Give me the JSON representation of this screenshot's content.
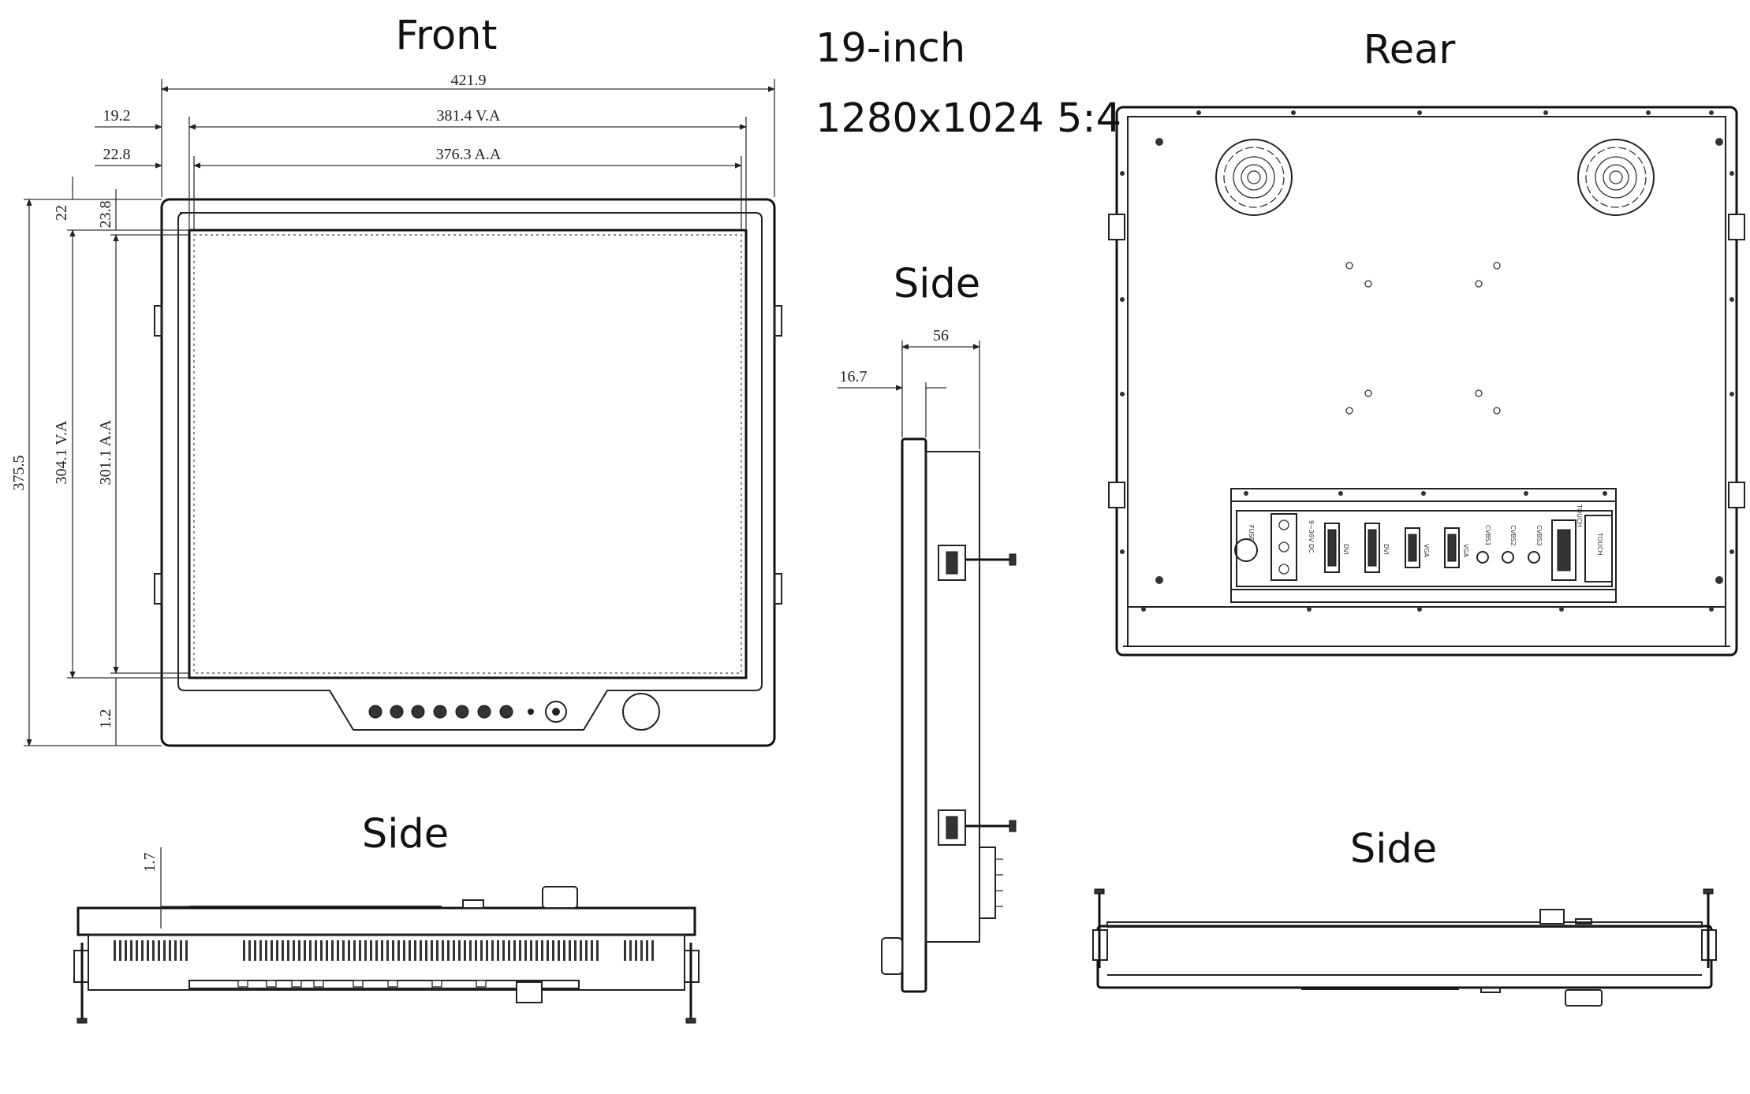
{
  "titles": {
    "front": "Front",
    "rear": "Rear",
    "side_center": "Side",
    "side_bottom_left": "Side",
    "side_bottom_right": "Side"
  },
  "spec": {
    "size": "19-inch",
    "resolution": "1280x1024 5:4"
  },
  "front_dims": {
    "overall_width": "421.9",
    "viewable_width_offset": "19.2",
    "viewable_width": "381.4 V.A",
    "active_width_offset": "22.8",
    "active_width": "376.3 A.A",
    "top_bezel": "22",
    "top_active_offset": "23.8",
    "overall_height": "375.5",
    "viewable_height": "304.1 V.A",
    "active_height": "301.1 A.A",
    "bottom_margin": "1.2"
  },
  "side_center_dims": {
    "depth": "56",
    "bezel_depth": "16.7"
  },
  "side_bottom_dims": {
    "offset": "1.7"
  },
  "rear_port_labels": {
    "fuse": "FUSE",
    "power": "9~36V DC",
    "dvi1": "DVI",
    "dvi2": "DVI",
    "vga1": "VGA",
    "vga2": "VGA",
    "cvbs1": "CVBS1",
    "cvbs2": "CVBS2",
    "cvbs3": "CVBS3",
    "touch_top": "TOUCH",
    "touch": "TOUCH"
  }
}
